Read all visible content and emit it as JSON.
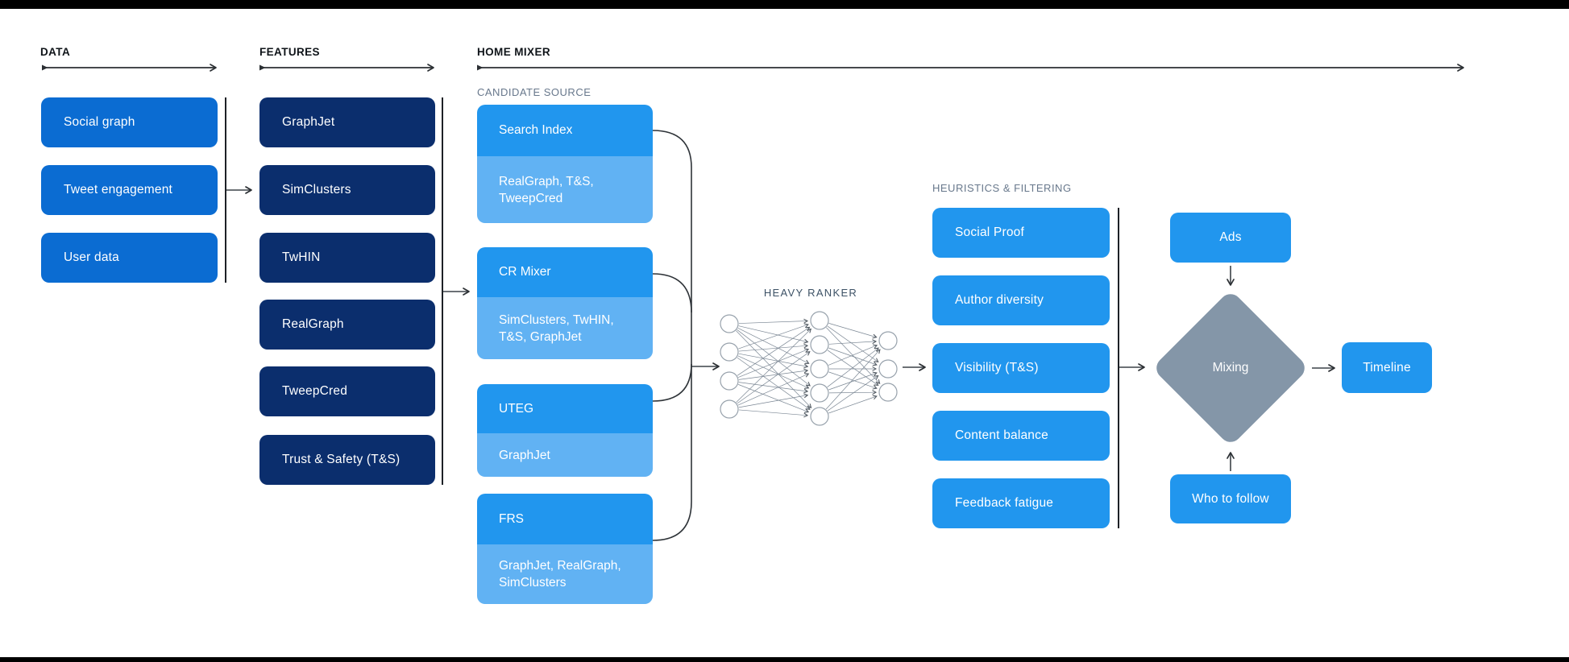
{
  "labels": {
    "data": "DATA",
    "features": "FEATURES",
    "home_mixer": "HOME MIXER",
    "candidate_source": "CANDIDATE SOURCE",
    "heavy_ranker": "HEAVY RANKER",
    "heuristics_filtering": "HEURISTICS & FILTERING"
  },
  "data_column": {
    "items": [
      "Social graph",
      "Tweet engagement",
      "User data"
    ]
  },
  "features_column": {
    "items": [
      "GraphJet",
      "SimClusters",
      "TwHIN",
      "RealGraph",
      "TweepCred",
      "Trust & Safety (T&S)"
    ]
  },
  "candidate_sources": [
    {
      "name": "Search Index",
      "inputs": "RealGraph, T&S, TweepCred"
    },
    {
      "name": "CR Mixer",
      "inputs": "SimClusters, TwHIN, T&S, GraphJet"
    },
    {
      "name": "UTEG",
      "inputs": "GraphJet"
    },
    {
      "name": "FRS",
      "inputs": "GraphJet, RealGraph, SimClusters"
    }
  ],
  "heuristics_column": {
    "items": [
      "Social Proof",
      "Author diversity",
      "Visibility (T&S)",
      "Content balance",
      "Feedback fatigue"
    ]
  },
  "output_stage": {
    "ads": "Ads",
    "mixing": "Mixing",
    "who_to_follow": "Who to follow",
    "timeline": "Timeline"
  },
  "colors": {
    "data_box_blue": "#0b6cd2",
    "features_box_navy": "#0b2e6d",
    "candidate_header_blue": "#2196ee",
    "candidate_inputs_blue": "#61b2f3",
    "pipeline_box_blue": "#2196ee",
    "mixing_diamond_gray": "#8496a8",
    "connector_dark": "#2b2f33",
    "section_label_dark": "#0f1419",
    "muted_label_gray": "#68788c",
    "ranker_label_slate": "#3d5266",
    "frame_bar_black": "#000000"
  }
}
